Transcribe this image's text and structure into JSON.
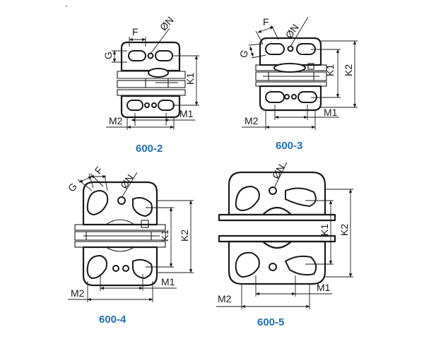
{
  "corner_mark": "ˇ",
  "labels": {
    "F": "F",
    "G": "G",
    "N": "ØN",
    "K1": "K1",
    "K2": "K2",
    "M1": "M1",
    "M2": "M2"
  },
  "hinges": [
    {
      "id": "600-2",
      "caption": "600-2"
    },
    {
      "id": "600-3",
      "caption": "600-3"
    },
    {
      "id": "600-4",
      "caption": "600-4"
    },
    {
      "id": "600-5",
      "caption": "600-5"
    }
  ],
  "colors": {
    "line": "#1a1a1a",
    "caption": "#1f6fb5"
  }
}
